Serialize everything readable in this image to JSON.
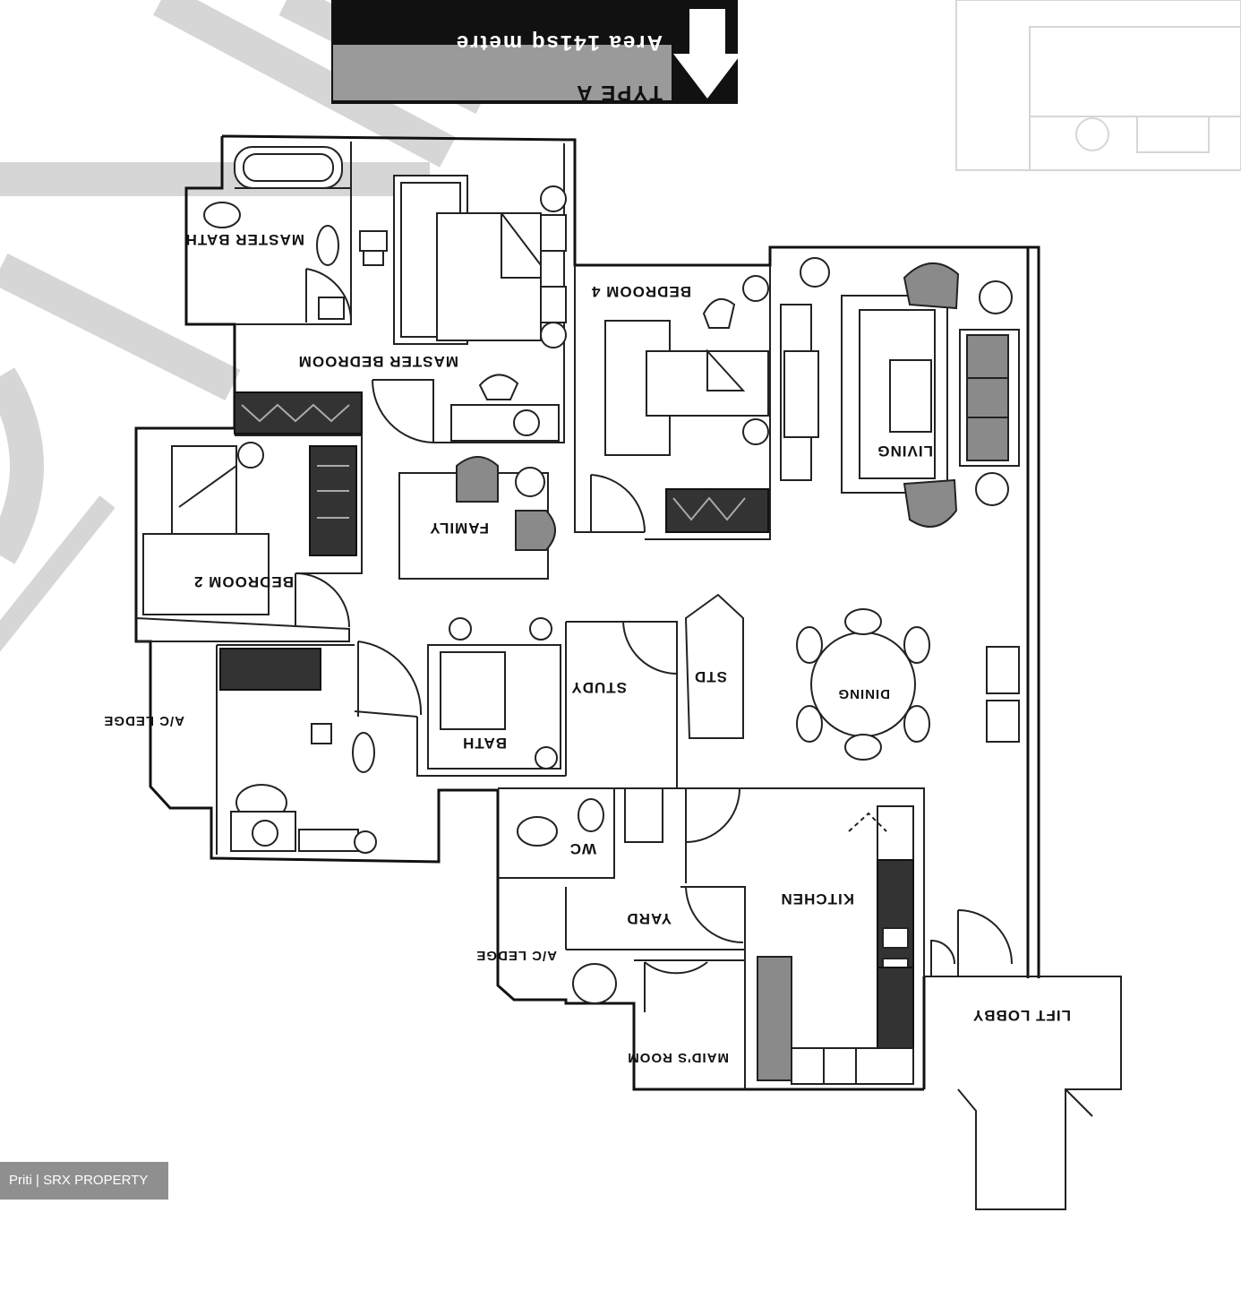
{
  "header": {
    "type_label": "TYPE A",
    "area_label": "Area 141sq metre"
  },
  "rooms": {
    "master_bath": "MASTER BATH",
    "master_bedroom": "MASTER BEDROOM",
    "bedroom_4": "BEDROOM 4",
    "living": "LIVING",
    "family": "FAMILY",
    "bedroom_2": "BEDROOM 2",
    "bath": "BATH",
    "study": "STUDY",
    "ac_ledge_left": "A/C LEDGE",
    "std": "STD",
    "dining": "DINING",
    "wc": "WC",
    "yard": "YARD",
    "kitchen": "KITCHEN",
    "ac_ledge": "A/C LEDGE",
    "maids_room": "MAID'S ROOM",
    "lift_lobby": "LIFT LOBBY"
  },
  "credit": "Priti | SRX PROPERTY"
}
